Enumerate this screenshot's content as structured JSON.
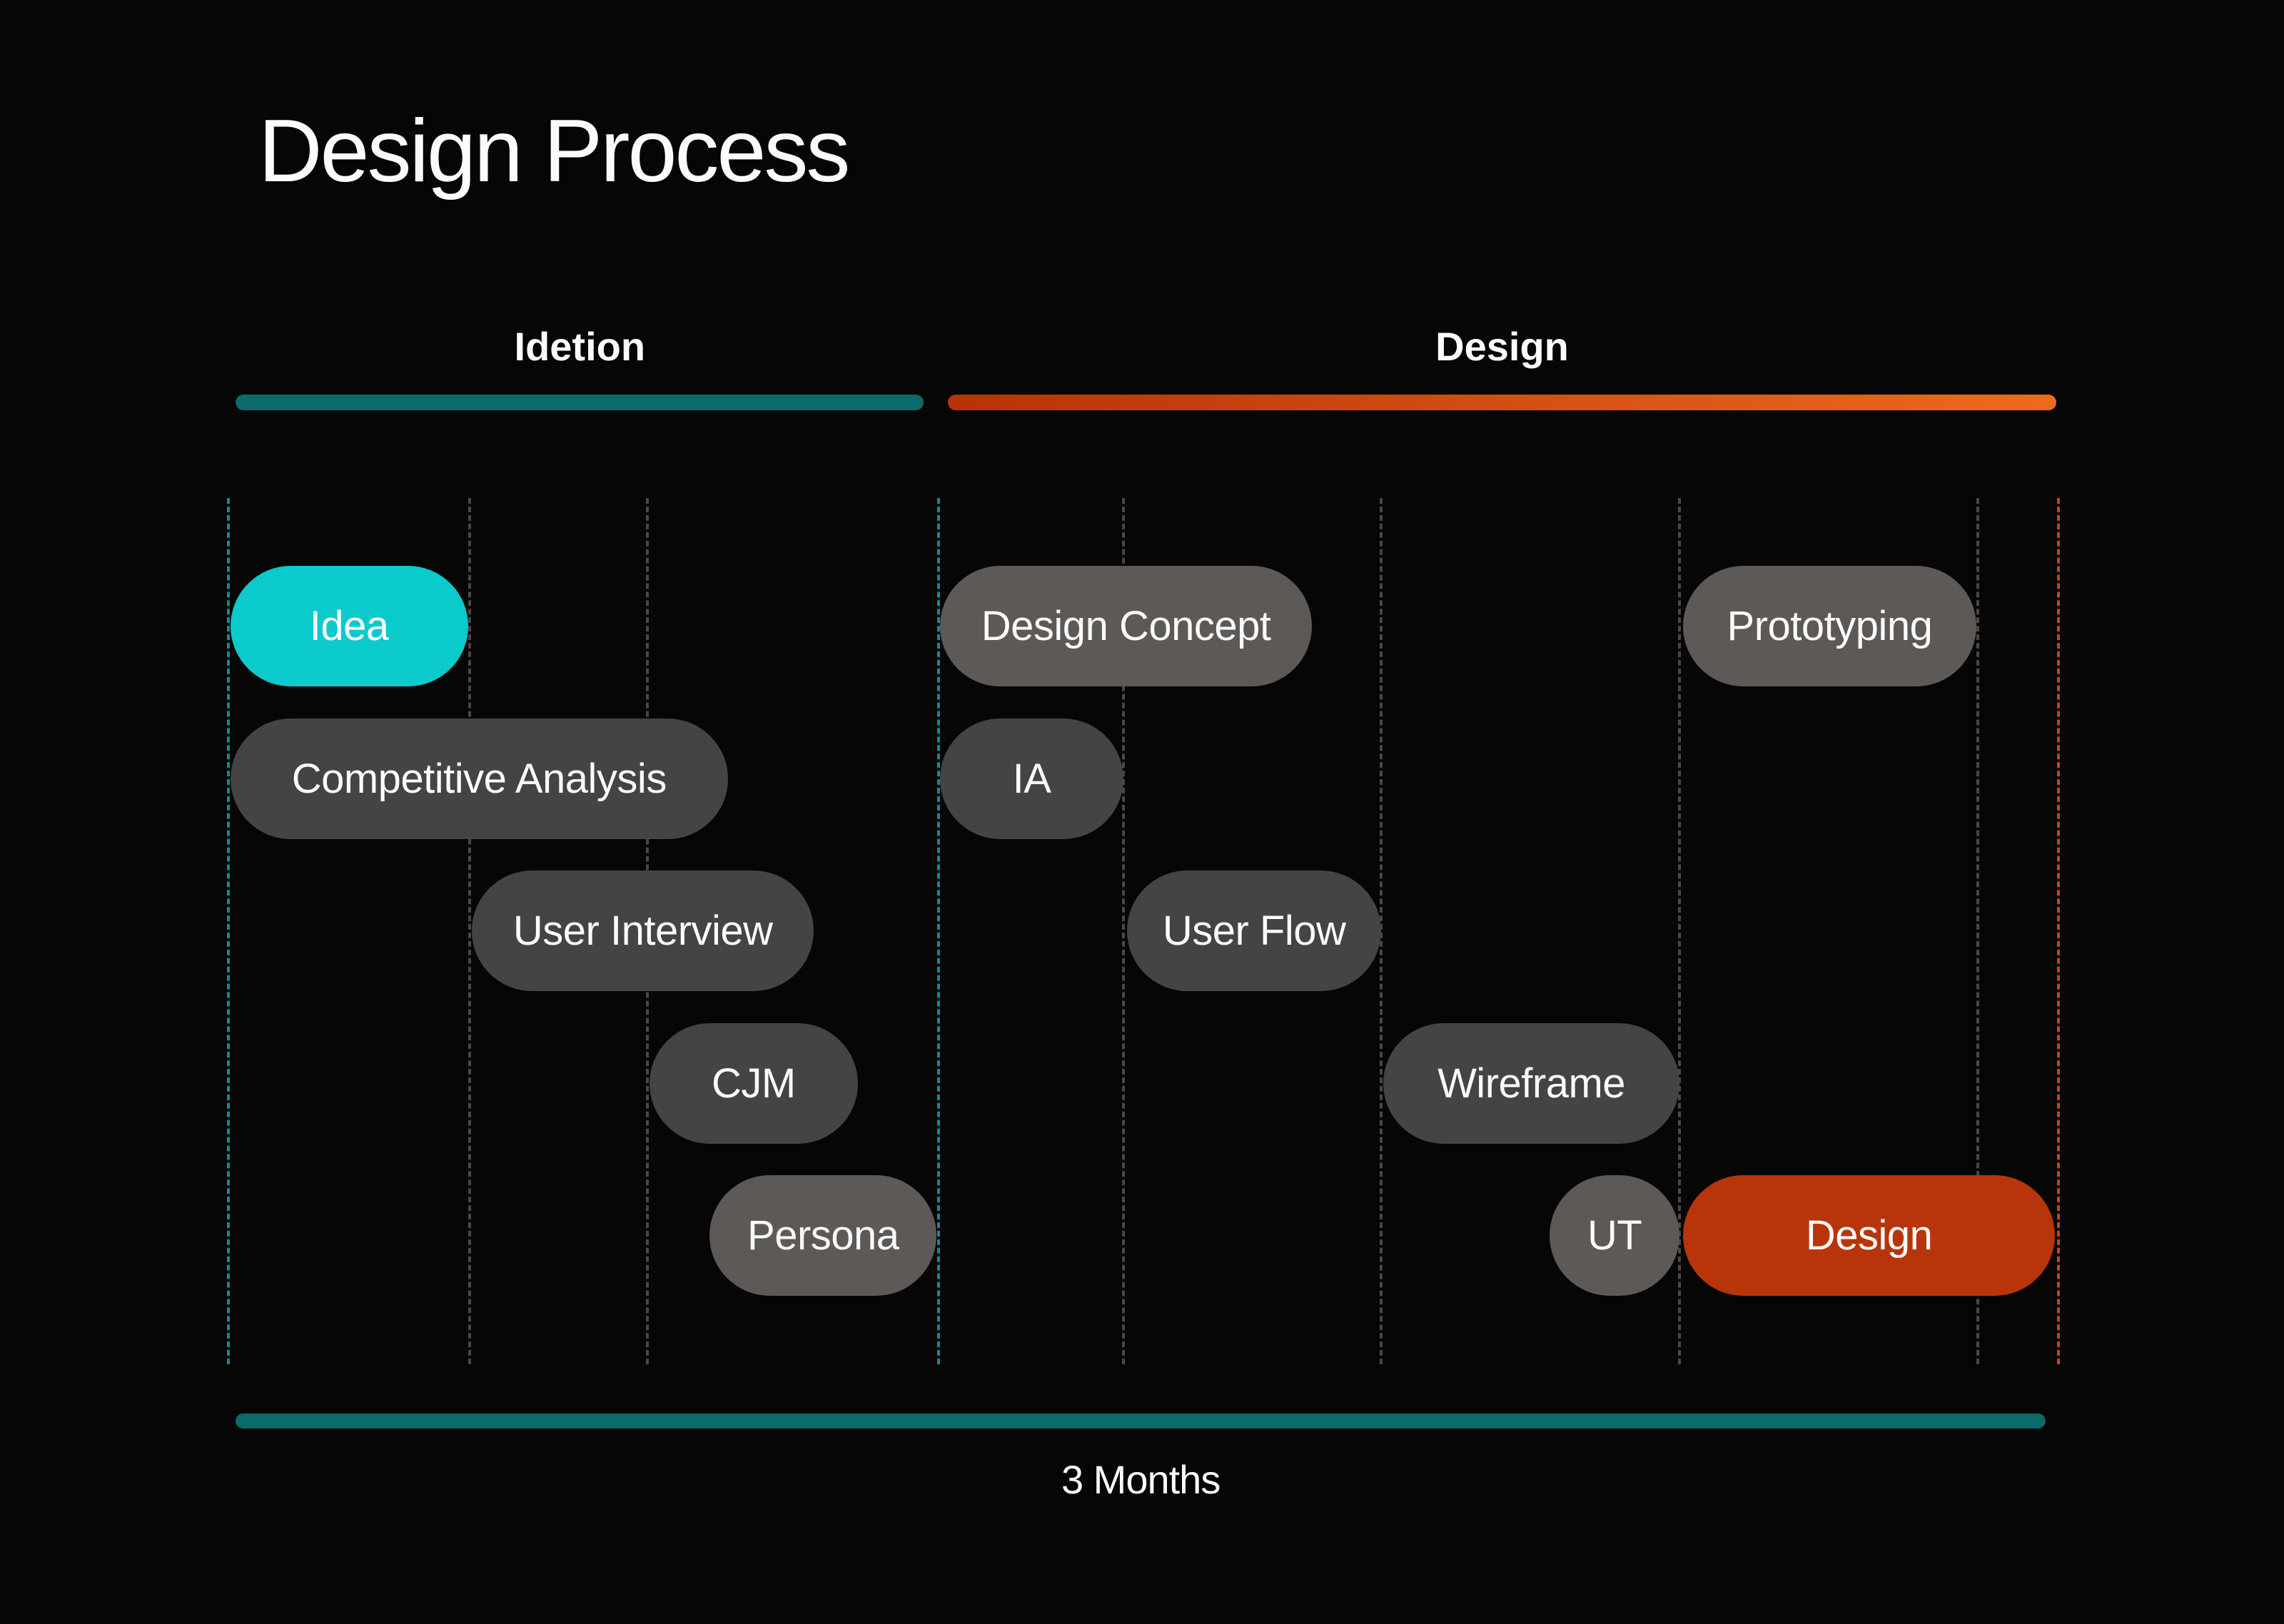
{
  "title": "Design Process",
  "colors": {
    "background": "#060606",
    "ideation_accent": "#0b6a6a",
    "design_accent_start": "#b83208",
    "design_accent_end": "#ee6a1f",
    "highlight_teal": "#0bcacb",
    "highlight_orange": "#b8350b",
    "task_dark": "#444444",
    "task_light": "#5d5956",
    "grid_teal": "#0e8c92",
    "grid_gray": "#4a4745",
    "grid_orange": "#c2470f"
  },
  "chart_data": {
    "type": "gantt",
    "title": "Design Process",
    "timeline_unit": "fraction of total duration",
    "total_duration_label": "3 Months",
    "phases": [
      {
        "name": "Idetion",
        "start": 0.004,
        "end": 0.38,
        "color": "#0b6a6a"
      },
      {
        "name": "Design",
        "start": 0.393,
        "end": 0.999,
        "gradient": [
          "#b83208",
          "#ee6a1f"
        ]
      }
    ],
    "gridlines": [
      {
        "at": 0.0,
        "style": "teal"
      },
      {
        "at": 0.132,
        "style": "gray"
      },
      {
        "at": 0.229,
        "style": "gray"
      },
      {
        "at": 0.388,
        "style": "teal"
      },
      {
        "at": 0.489,
        "style": "gray"
      },
      {
        "at": 0.63,
        "style": "gray"
      },
      {
        "at": 0.793,
        "style": "gray"
      },
      {
        "at": 0.956,
        "style": "gray"
      },
      {
        "at": 1.0,
        "style": "orange"
      }
    ],
    "tasks": [
      {
        "name": "Idea",
        "row": 0,
        "start": 0.001,
        "end": 0.131,
        "style": "highlight_teal"
      },
      {
        "name": "Competitive Analysis",
        "row": 1,
        "start": 0.001,
        "end": 0.273,
        "style": "task_dark"
      },
      {
        "name": "User Interview",
        "row": 2,
        "start": 0.133,
        "end": 0.32,
        "style": "task_dark"
      },
      {
        "name": "CJM",
        "row": 3,
        "start": 0.23,
        "end": 0.344,
        "style": "task_dark"
      },
      {
        "name": "Persona",
        "row": 4,
        "start": 0.263,
        "end": 0.387,
        "style": "task_light"
      },
      {
        "name": "Design Concept",
        "row": 0,
        "start": 0.389,
        "end": 0.592,
        "style": "task_light"
      },
      {
        "name": "IA",
        "row": 1,
        "start": 0.389,
        "end": 0.489,
        "style": "task_dark"
      },
      {
        "name": "User Flow",
        "row": 2,
        "start": 0.491,
        "end": 0.63,
        "style": "task_dark"
      },
      {
        "name": "Wireframe",
        "row": 3,
        "start": 0.631,
        "end": 0.793,
        "style": "task_dark"
      },
      {
        "name": "UT",
        "row": 4,
        "start": 0.722,
        "end": 0.793,
        "style": "task_light"
      },
      {
        "name": "Prototyping",
        "row": 0,
        "start": 0.795,
        "end": 0.955,
        "style": "task_light"
      },
      {
        "name": "Design",
        "row": 4,
        "start": 0.795,
        "end": 0.998,
        "style": "highlight_orange"
      }
    ],
    "duration_bar": {
      "start": 0.004,
      "end": 0.993,
      "color": "#0b6a6a",
      "label": "3 Months"
    }
  }
}
